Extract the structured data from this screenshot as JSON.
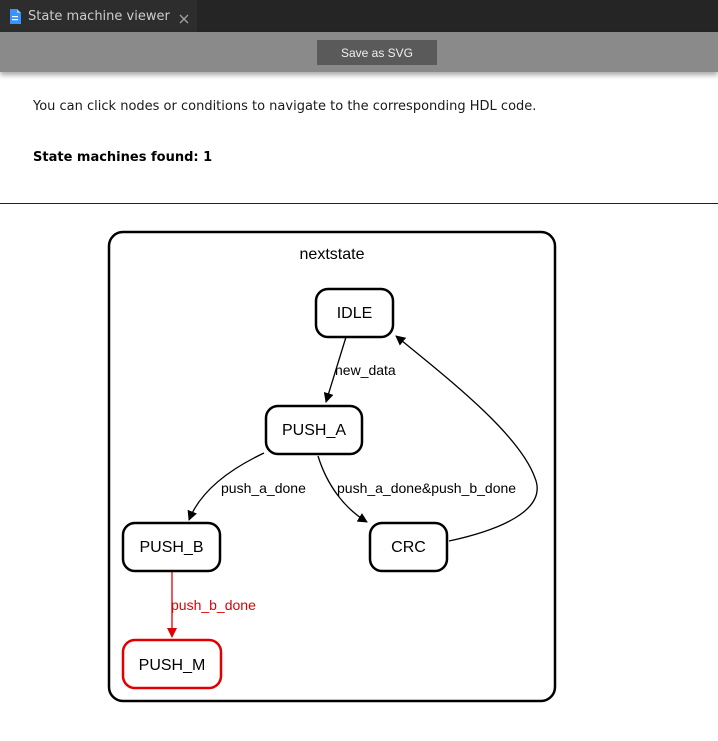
{
  "tab": {
    "title": "State machine viewer",
    "icon": "file-icon",
    "accent": "#3794ff"
  },
  "toolbar": {
    "save_label": "Save as SVG"
  },
  "info": {
    "text": "You can click nodes or conditions to navigate to the corresponding HDL code.",
    "count_text": "State machines found: 1"
  },
  "diagram": {
    "cluster_label": "nextstate",
    "highlight_color": "#e00000",
    "nodes": {
      "idle": "IDLE",
      "push_a": "PUSH_A",
      "push_b": "PUSH_B",
      "crc": "CRC",
      "push_m": "PUSH_M"
    },
    "edges": {
      "idle_to_push_a": "new_data",
      "push_a_to_push_b": "push_a_done",
      "push_a_to_crc": "push_a_done&push_b_done",
      "push_b_to_push_m": "push_b_done"
    }
  }
}
